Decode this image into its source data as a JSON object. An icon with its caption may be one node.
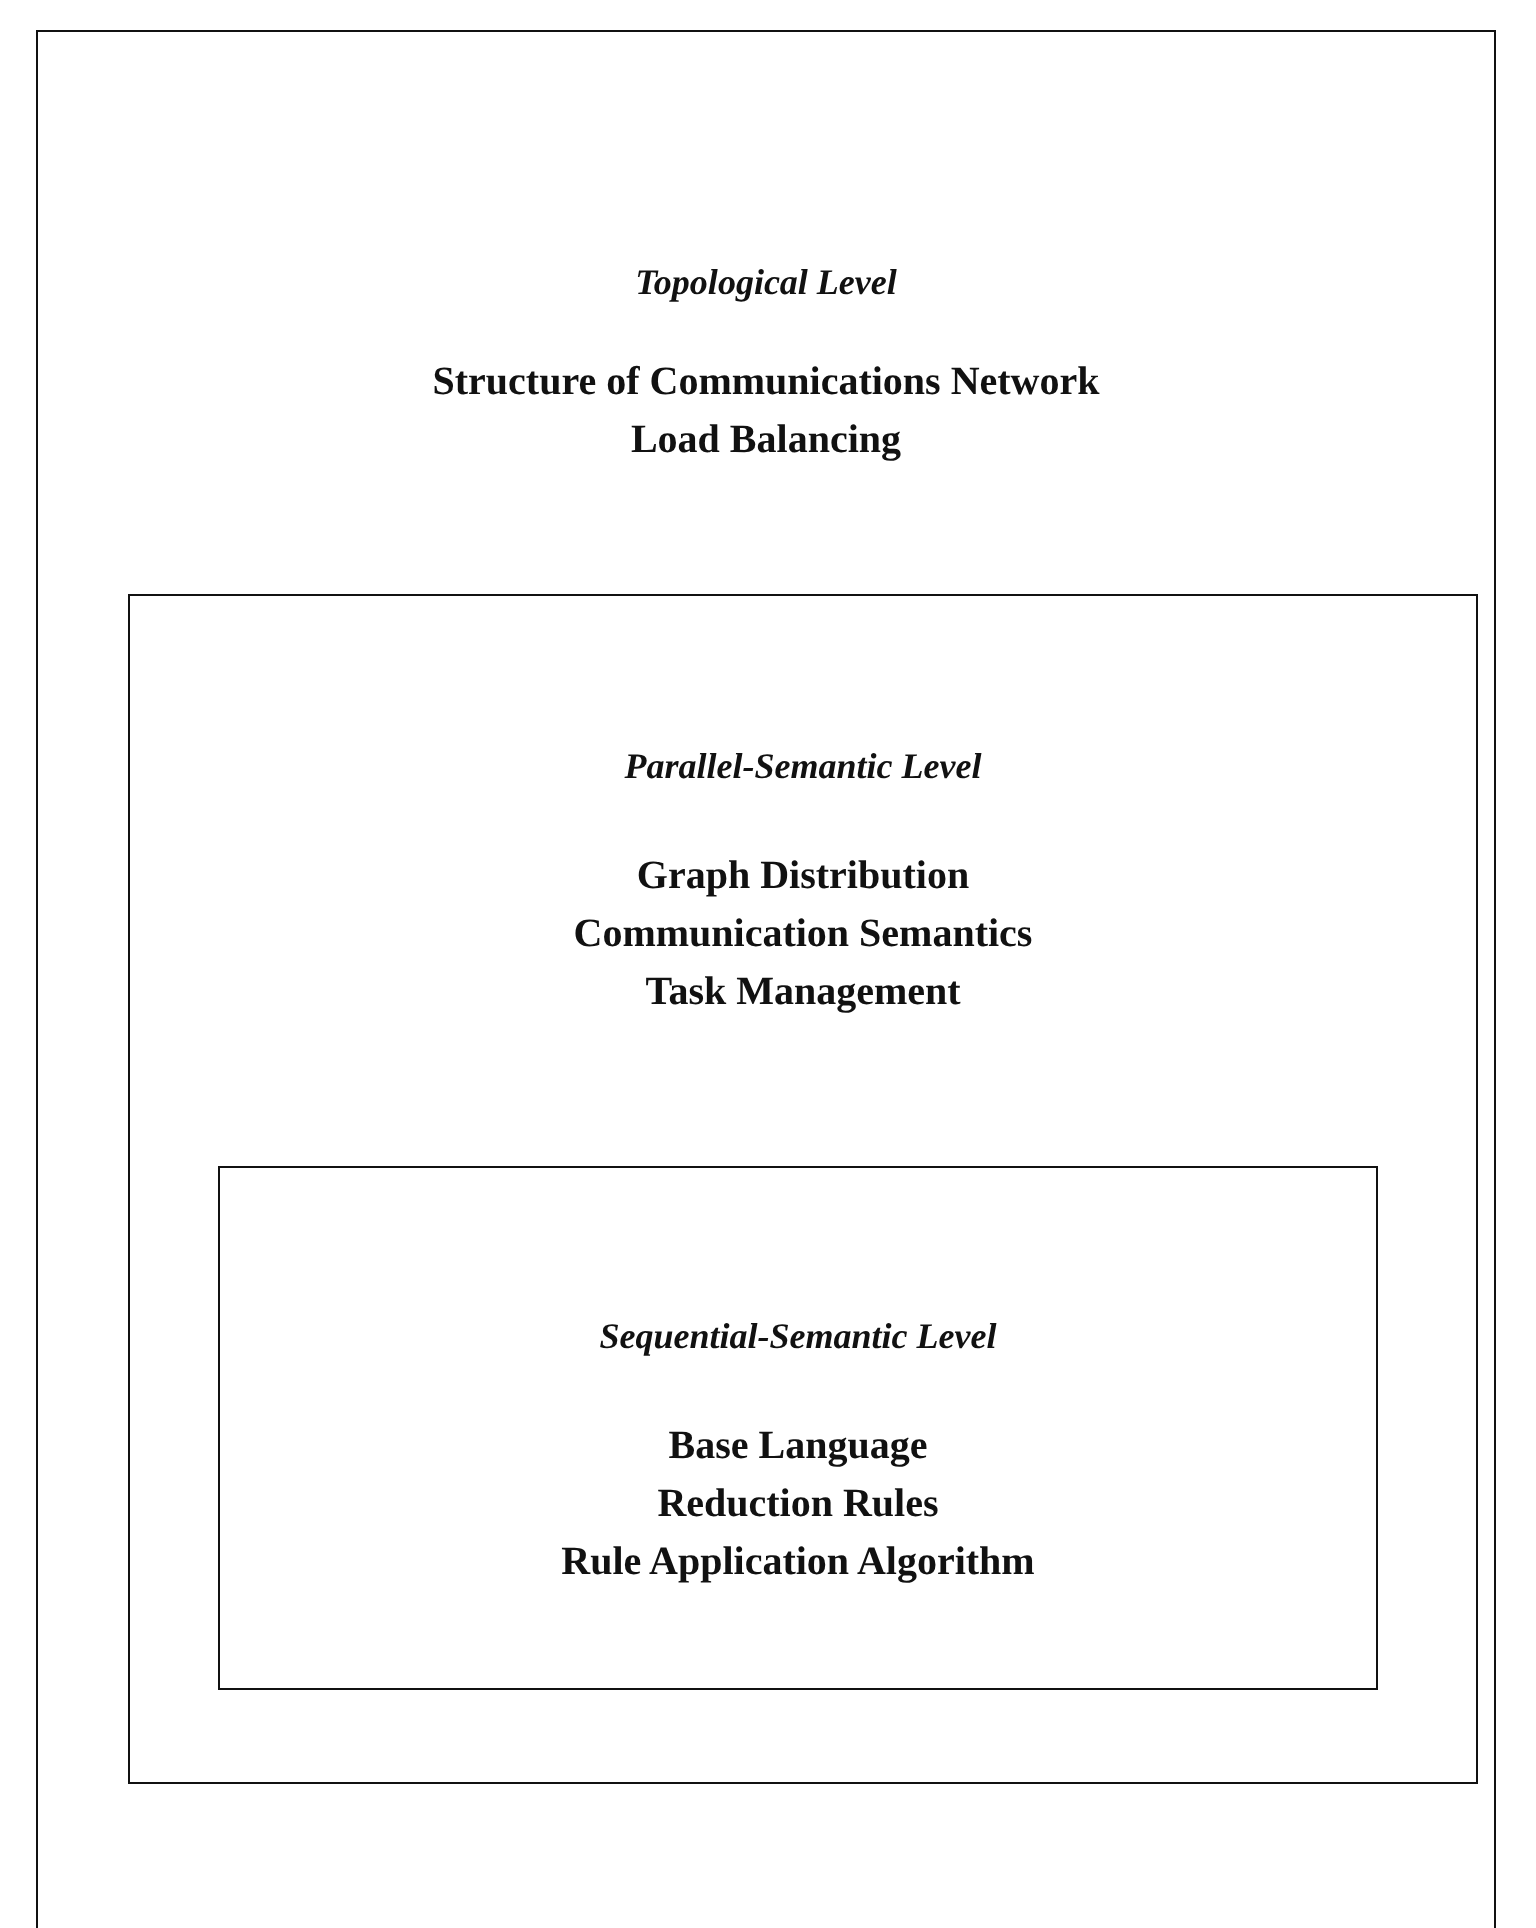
{
  "diagram": {
    "nodes": [
      {
        "text": [
          "Topological Level",
          "Structure of Communications Network",
          "Load Balancing"
        ]
      },
      {
        "text": [
          "Parallel-Semantic Level",
          "Graph Distribution",
          "Communication Semantics",
          "Task Management"
        ],
        "in": 0
      },
      {
        "text": [
          "Sequential-Semantic Level",
          "Base Language",
          "Reduction Rules",
          "Rule Application Algorithm"
        ],
        "in": 1
      }
    ]
  }
}
